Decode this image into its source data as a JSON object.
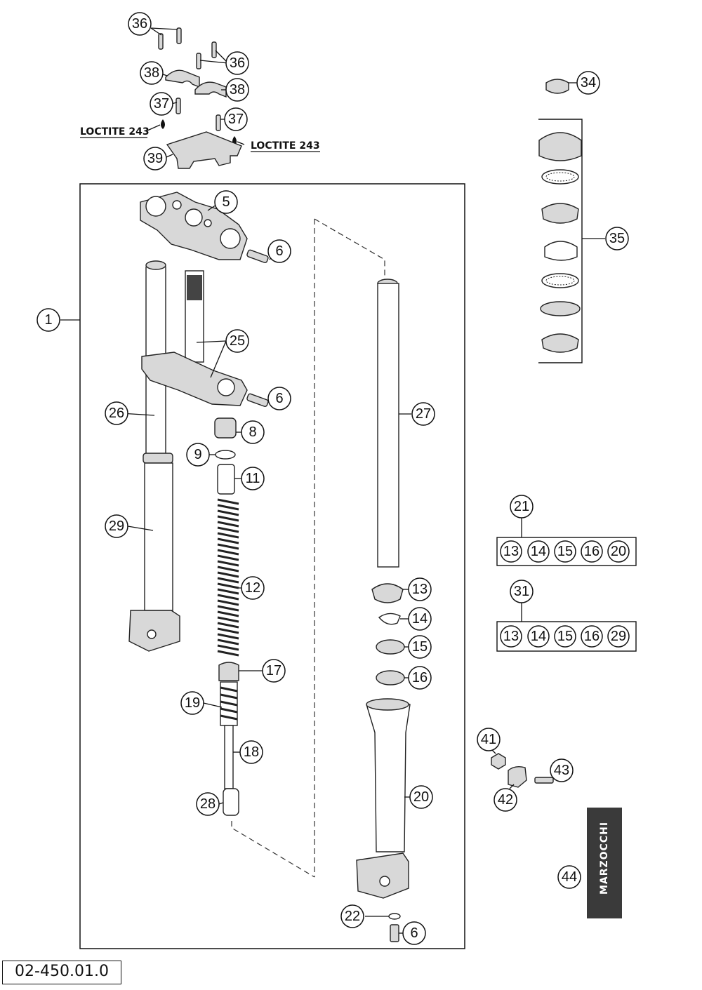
{
  "diagram_code": "02-450.01.0",
  "notes": {
    "loctite_left": "LOCTITE 243",
    "loctite_right": "LOCTITE 243"
  },
  "brand_logo": "MARZOCCHI",
  "callouts": {
    "c1": "1",
    "c5": "5",
    "c6a": "6",
    "c6b": "6",
    "c6c": "6",
    "c8": "8",
    "c9": "9",
    "c11": "11",
    "c12": "12",
    "c13": "13",
    "c14": "14",
    "c15": "15",
    "c16": "16",
    "c17": "17",
    "c18": "18",
    "c19": "19",
    "c20": "20",
    "c22": "22",
    "c25": "25",
    "c26": "26",
    "c27": "27",
    "c28": "28",
    "c29": "29",
    "c21": "21",
    "c31": "31",
    "c34": "34",
    "c35": "35",
    "c36a": "36",
    "c36b": "36",
    "c37a": "37",
    "c37b": "37",
    "c38a": "38",
    "c38b": "38",
    "c39": "39",
    "c41": "41",
    "c42": "42",
    "c43": "43",
    "c44": "44"
  },
  "kit_21": [
    "13",
    "14",
    "15",
    "16",
    "20"
  ],
  "kit_31": [
    "13",
    "14",
    "15",
    "16",
    "29"
  ]
}
